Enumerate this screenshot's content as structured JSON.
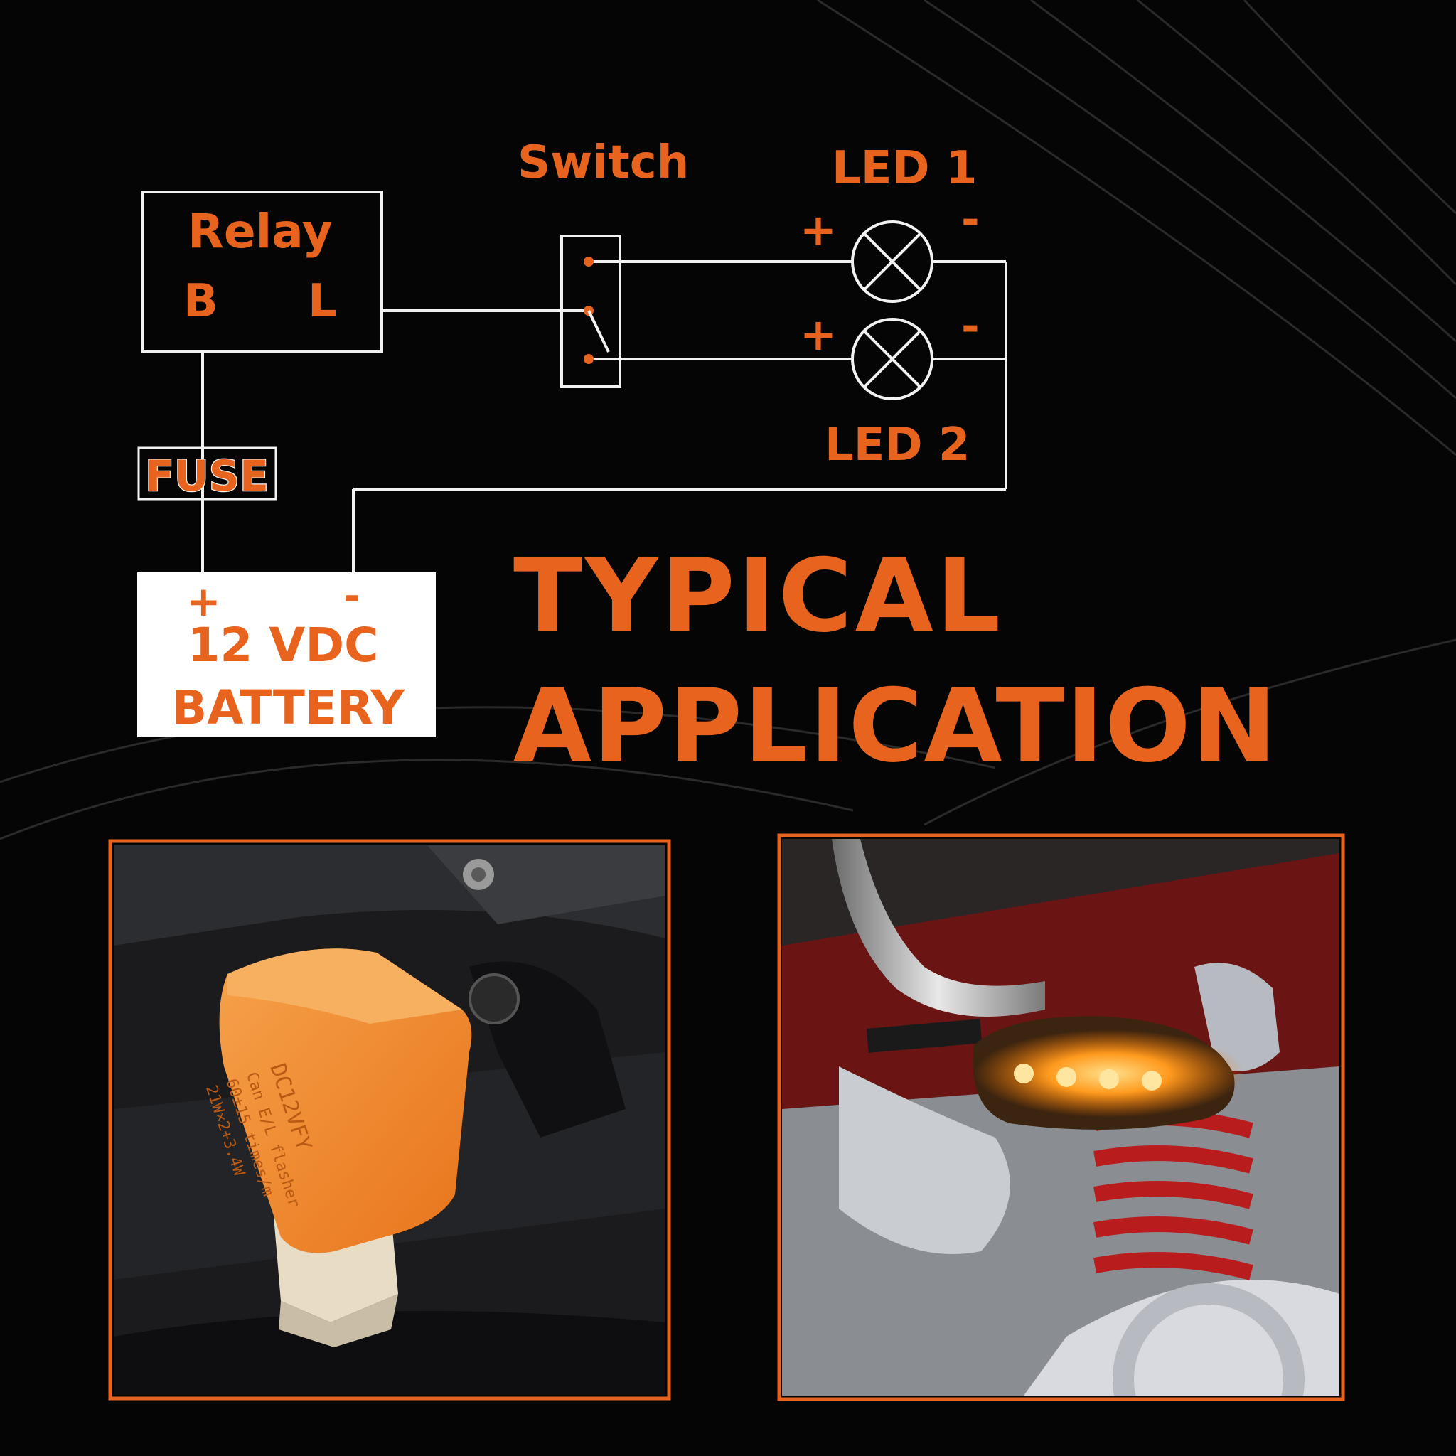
{
  "colors": {
    "accent": "#E8641E",
    "wire": "#F2F2F2",
    "background": "#050505",
    "battery_box": "#FFFFFF",
    "relay_body": "#F08A2C"
  },
  "diagram": {
    "relay": {
      "title": "Relay",
      "terminal_b": "B",
      "terminal_l": "L"
    },
    "switch": {
      "label": "Switch"
    },
    "led1": {
      "label": "LED 1",
      "plus": "+",
      "minus": "-"
    },
    "led2": {
      "label": "LED 2",
      "plus": "+",
      "minus": "-"
    },
    "fuse": {
      "label": "FUSE"
    },
    "battery": {
      "plus": "+",
      "minus": "-",
      "line1": "12 VDC",
      "line2": "BATTERY"
    }
  },
  "headline": {
    "line1": "TYPICAL",
    "line2": "APPLICATION"
  },
  "photos": {
    "relay_photo": {
      "relay_markings": [
        "DC12VFY",
        "Can E/L flasher",
        "60±15 times/m",
        "21W×2+3.4W"
      ]
    },
    "indicator_photo": {}
  }
}
